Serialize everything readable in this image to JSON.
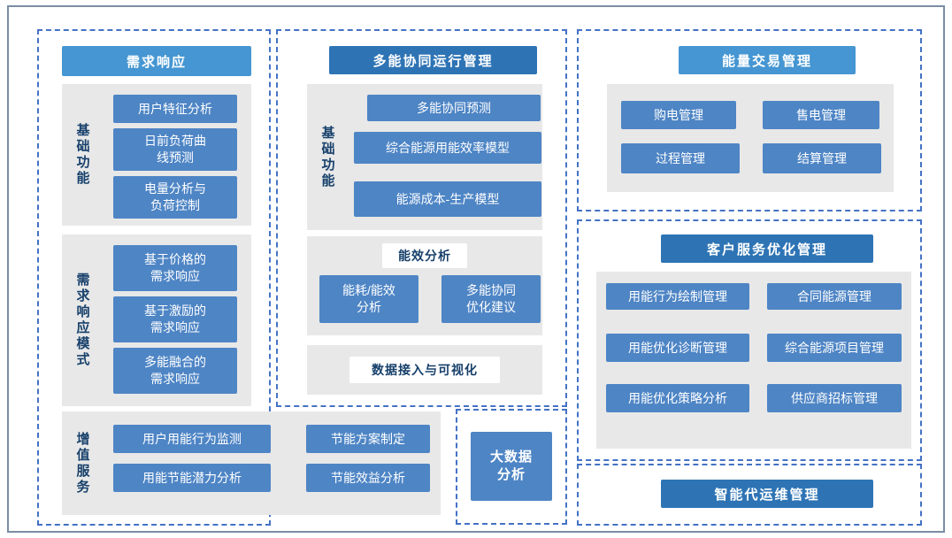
{
  "colors": {
    "box_blue": "#4e85c5",
    "header_light_blue": "#4596d2",
    "header_dark_blue": "#2e74b5",
    "panel_gray": "#e8e8e8",
    "dashed_border_blue": "#4472c4",
    "label_dark_blue": "#17406b",
    "outer_border": "#7b8da2"
  },
  "demand_response": {
    "title": "需求响应",
    "basic": {
      "label": "基础功能",
      "items": [
        "用户特征分析",
        "日前负荷曲\n线预测",
        "电量分析与\n负荷控制"
      ]
    },
    "modes": {
      "label": "需求响应模式",
      "items": [
        "基于价格的\n需求响应",
        "基于激励的\n需求响应",
        "多能融合的\n需求响应"
      ]
    },
    "value_added": {
      "label": "增值服务",
      "col1": [
        "用户用能行为监测",
        "用能节能潜力分析"
      ],
      "col2": [
        "节能方案制定",
        "节能效益分析"
      ]
    }
  },
  "multi_energy": {
    "title": "多能协同运行管理",
    "basic": {
      "label": "基础功能",
      "items": [
        "多能协同预测",
        "综合能源用能效率模型",
        "能源成本-生产模型"
      ]
    },
    "efficiency": {
      "label": "能效分析",
      "items": [
        "能耗/能效\n分析",
        "多能协同\n优化建议"
      ]
    },
    "data_access": {
      "label": "数据接入与可视化"
    }
  },
  "big_data": {
    "title": "大数据\n分析"
  },
  "energy_trading": {
    "title": "能量交易管理",
    "items": [
      "购电管理",
      "售电管理",
      "过程管理",
      "结算管理"
    ]
  },
  "customer_service": {
    "title": "客户服务优化管理",
    "items": [
      "用能行为绘制管理",
      "合同能源管理",
      "用能优化诊断管理",
      "综合能源项目管理",
      "用能优化策略分析",
      "供应商招标管理"
    ]
  },
  "smart_om": {
    "title": "智能代运维管理"
  }
}
